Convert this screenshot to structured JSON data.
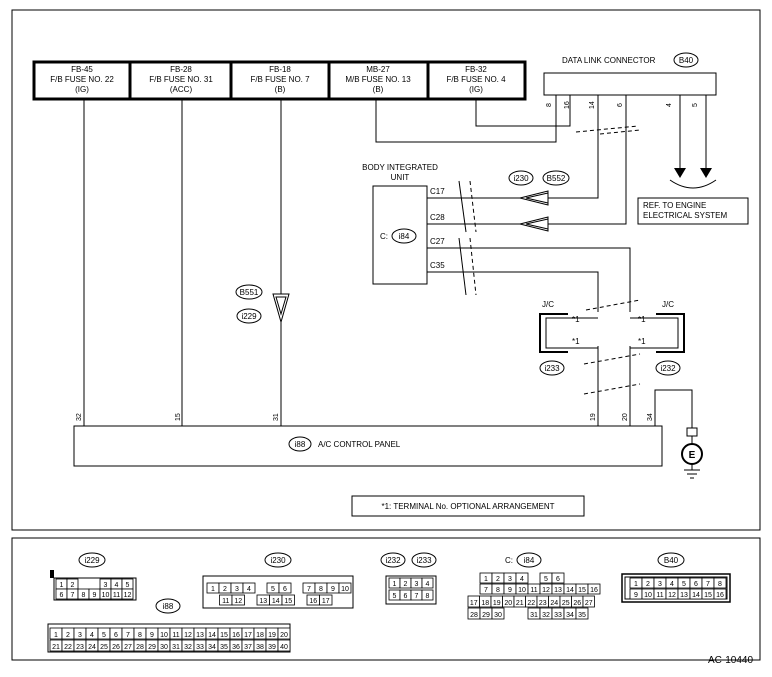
{
  "fuses": [
    {
      "lines": [
        "FB-45",
        "F/B FUSE NO. 22",
        "(IG)"
      ],
      "pin": "32"
    },
    {
      "lines": [
        "FB-28",
        "F/B FUSE NO. 31",
        "(ACC)"
      ],
      "pin": "15"
    },
    {
      "lines": [
        "FB-18",
        "F/B FUSE NO. 7",
        "(B)"
      ],
      "pin": "31"
    },
    {
      "lines": [
        "MB-27",
        "M/B FUSE NO. 13",
        "(B)"
      ]
    },
    {
      "lines": [
        "FB-32",
        "F/B FUSE NO. 4",
        "(IG)"
      ]
    }
  ],
  "data_link_connector": {
    "label": "DATA LINK CONNECTOR",
    "code": "B40",
    "pins": [
      "8",
      "16",
      "14",
      "6",
      "4",
      "5"
    ]
  },
  "engine_ref": {
    "lines": [
      "REF. TO ENGINE",
      "ELECTRICAL SYSTEM"
    ]
  },
  "body_unit": {
    "lines": [
      "BODY INTEGRATED",
      "UNIT"
    ],
    "connector_label": "C:",
    "connector": "i84",
    "terminals": [
      "C17",
      "C28",
      "C27",
      "C35"
    ]
  },
  "joint_connector_codes": [
    "i230",
    "B552"
  ],
  "left_joint_codes": [
    "B551",
    "i229"
  ],
  "jc": [
    {
      "label": "J/C",
      "code": "i233",
      "pins": [
        "*1",
        "*1"
      ]
    },
    {
      "label": "J/C",
      "code": "i232",
      "pins": [
        "*1",
        "*1"
      ]
    }
  ],
  "ac_panel": {
    "code": "i88",
    "label": "A/C CONTROL PANEL",
    "pins": [
      "19",
      "20",
      "34"
    ],
    "ground": "E"
  },
  "note": "*1: TERMINAL No. OPTIONAL ARRANGEMENT",
  "footer_code": "AC-10440",
  "connectors": {
    "i229": {
      "code": "i229",
      "row1": [
        "1",
        "2",
        "",
        "",
        "3",
        "4",
        "5"
      ],
      "row2": [
        "6",
        "7",
        "8",
        "9",
        "10",
        "11",
        "12"
      ]
    },
    "i230": {
      "code": "i230",
      "row1": [
        "1",
        "2",
        "3",
        "4",
        "",
        "5",
        "6",
        "",
        "7",
        "8",
        "9",
        "10"
      ],
      "row2": [
        "",
        "11",
        "12",
        "",
        "13",
        "14",
        "15",
        "",
        "16",
        "17",
        ""
      ]
    },
    "i232_i233": {
      "codes": [
        "i232",
        "i233"
      ],
      "row1": [
        "1",
        "2",
        "3",
        "4"
      ],
      "row2": [
        "5",
        "6",
        "7",
        "8"
      ]
    },
    "i84": {
      "prefix": "C:",
      "code": "i84",
      "row1": [
        "1",
        "2",
        "3",
        "4",
        "",
        "5",
        "6"
      ],
      "row2": [
        "7",
        "8",
        "9",
        "10",
        "11",
        "12",
        "13",
        "14",
        "15",
        "16"
      ],
      "row3": [
        "17",
        "18",
        "19",
        "20",
        "21",
        "22",
        "23",
        "24",
        "25",
        "26",
        "27"
      ],
      "row4": [
        "28",
        "29",
        "30",
        "",
        "",
        "31",
        "32",
        "33",
        "34",
        "35"
      ]
    },
    "B40": {
      "code": "B40",
      "row1": [
        "1",
        "2",
        "3",
        "4",
        "5",
        "6",
        "7",
        "8"
      ],
      "row2": [
        "9",
        "10",
        "11",
        "12",
        "13",
        "14",
        "15",
        "16"
      ]
    },
    "i88": {
      "code": "i88",
      "row1": [
        "1",
        "2",
        "3",
        "4",
        "5",
        "6",
        "7",
        "8",
        "9",
        "10",
        "11",
        "12",
        "13",
        "14",
        "15",
        "16",
        "17",
        "18",
        "19",
        "20"
      ],
      "row2": [
        "21",
        "22",
        "23",
        "24",
        "25",
        "26",
        "27",
        "28",
        "29",
        "30",
        "31",
        "32",
        "33",
        "34",
        "35",
        "36",
        "37",
        "38",
        "39",
        "40"
      ]
    }
  }
}
